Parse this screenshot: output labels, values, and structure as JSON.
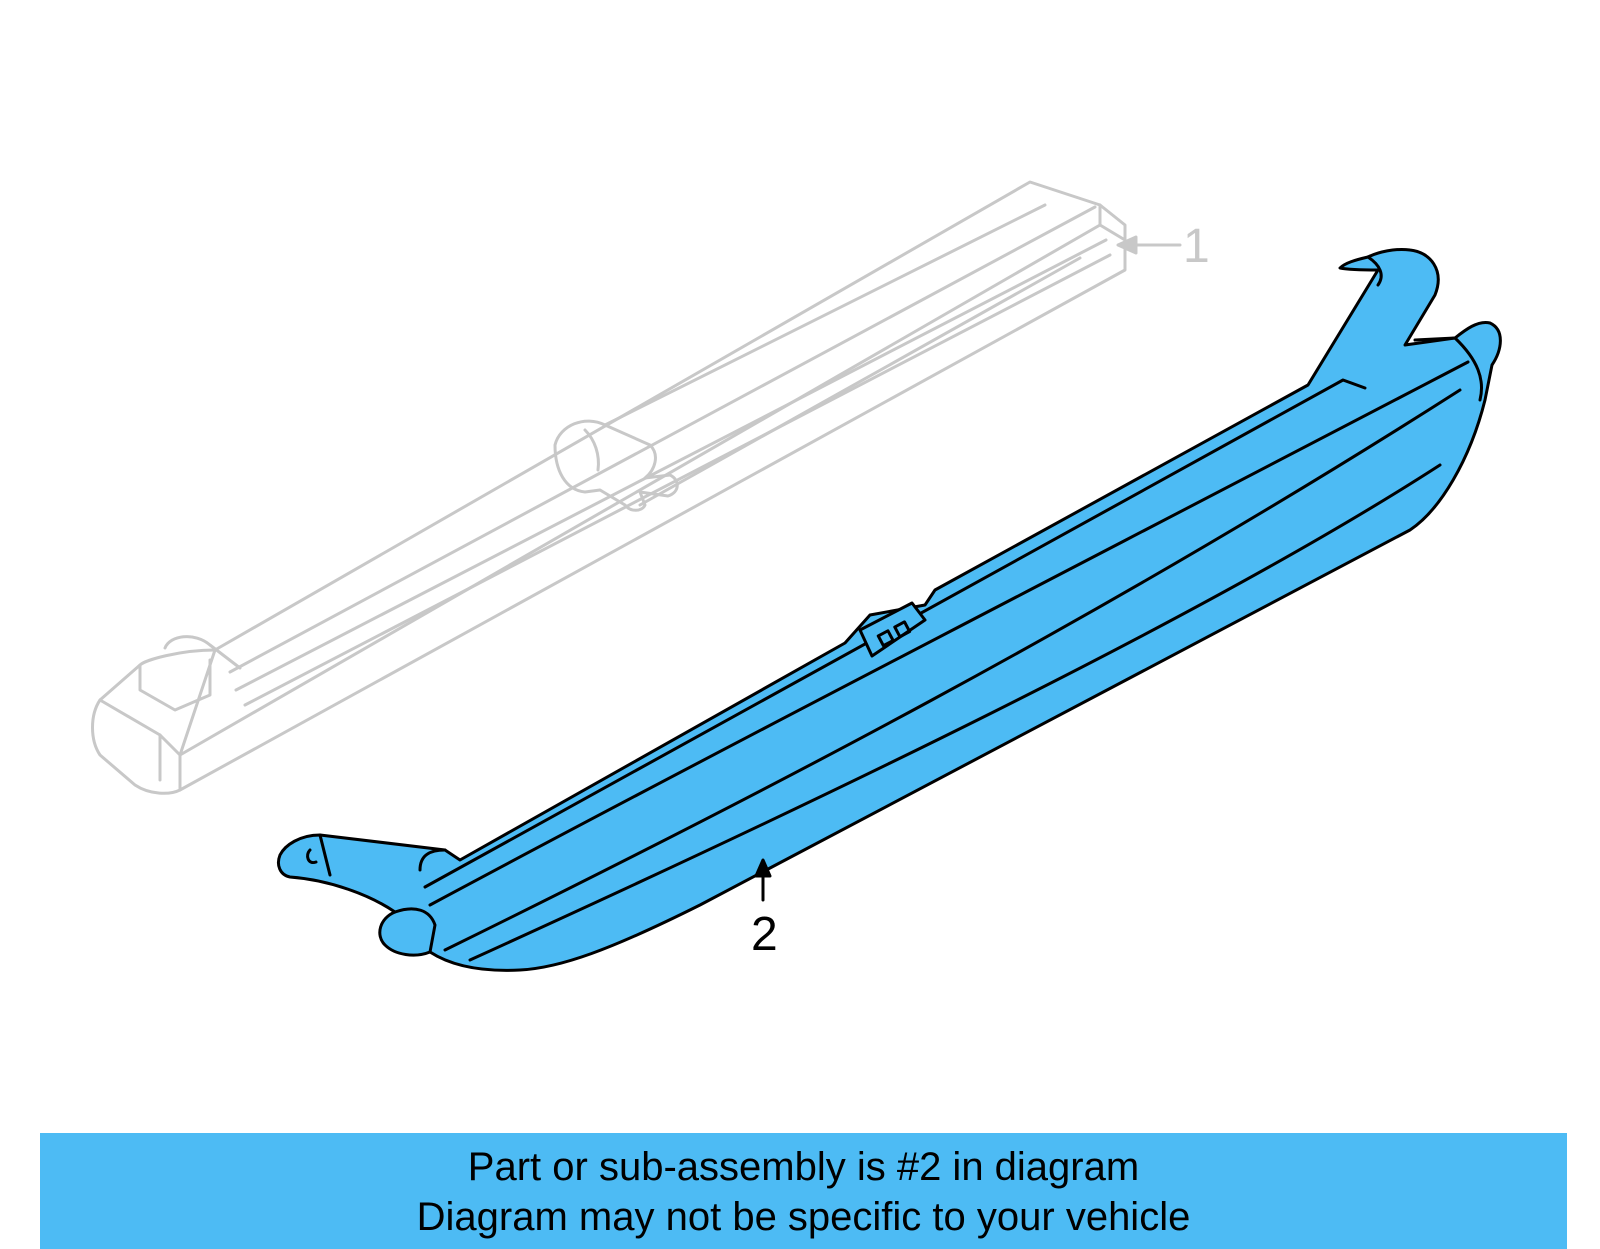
{
  "diagram": {
    "callouts": [
      {
        "number": "1",
        "part": "background-assembly"
      },
      {
        "number": "2",
        "part": "highlighted-part"
      }
    ]
  },
  "banner": {
    "line1": "Part or sub-assembly is #2 in diagram",
    "line2": "Diagram may not be specific to your vehicle"
  },
  "colors": {
    "highlight": "#4dbbf4",
    "banner_background": "#4dbbf4",
    "ghost_outline": "#c8c8c8",
    "outline": "#000000"
  }
}
